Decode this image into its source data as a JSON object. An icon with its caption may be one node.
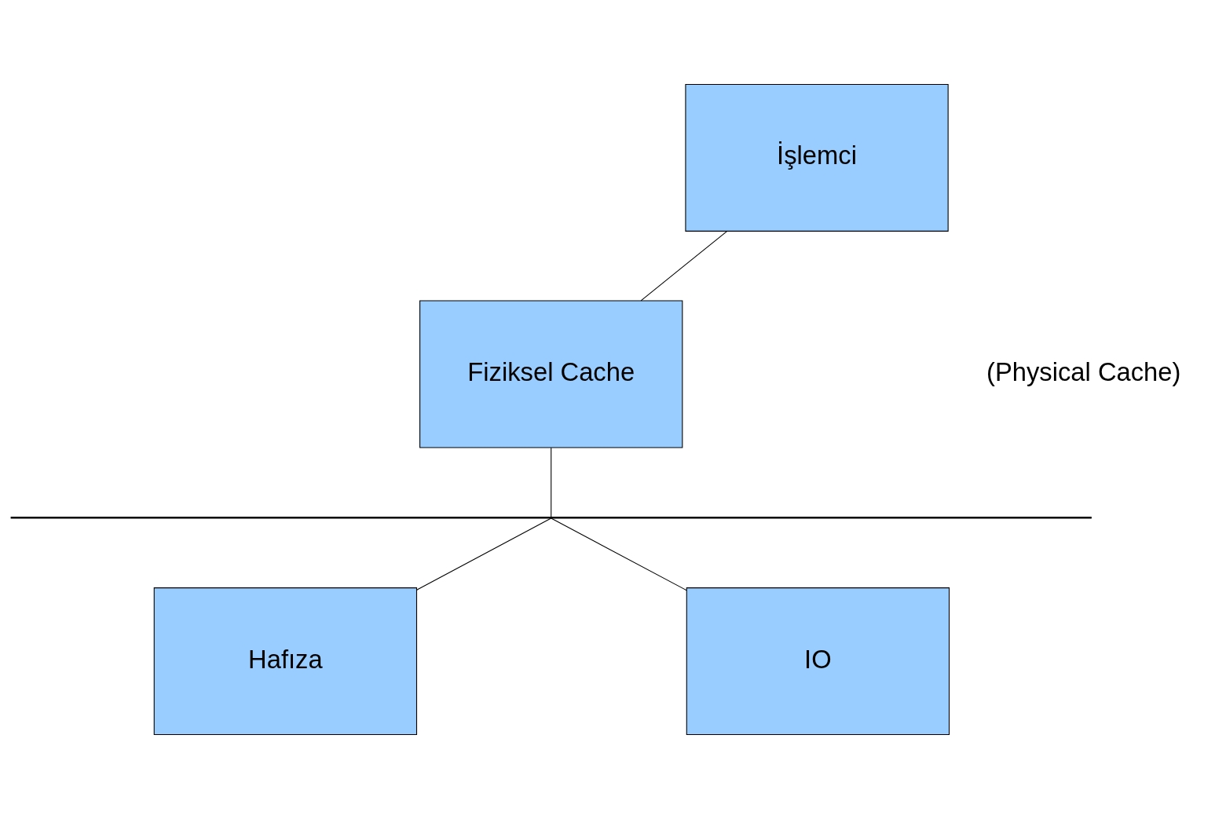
{
  "diagram": {
    "nodes": [
      {
        "text": [
          "İşlemci"
        ]
      },
      {
        "text": [
          "Fiziksel Cache"
        ]
      },
      {
        "text": [],
        "shape": "bar"
      },
      {
        "text": [
          "Hafıza"
        ]
      },
      {
        "text": [
          "IO"
        ]
      }
    ],
    "edges": [
      {
        "from": 0,
        "to": 1,
        "arrow": "none"
      },
      {
        "from": 1,
        "to": 2,
        "arrow": "none"
      },
      {
        "from": 2,
        "to": 3,
        "arrow": "none"
      },
      {
        "from": 2,
        "to": 4,
        "arrow": "none"
      }
    ],
    "labels": [
      "(Physical Cache)"
    ]
  }
}
